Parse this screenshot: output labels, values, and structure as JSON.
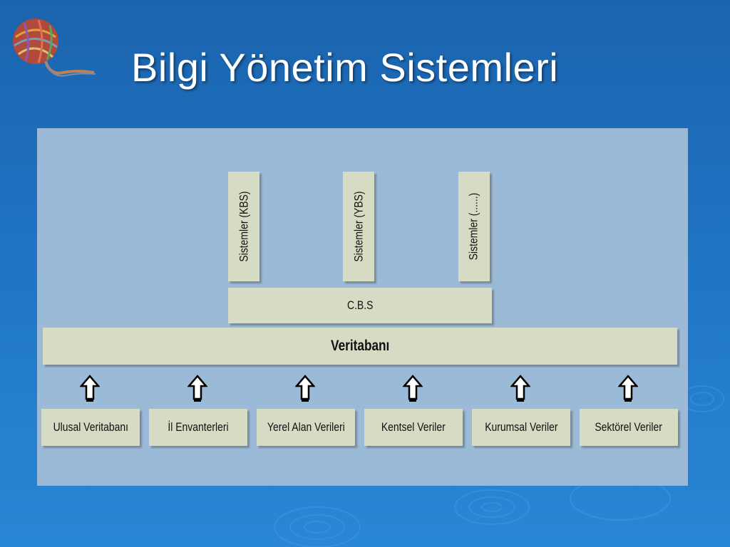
{
  "slide": {
    "title": "Bilgi Yönetim Sistemleri"
  },
  "diagram": {
    "systems": [
      {
        "label": "Sistemler (KBS)"
      },
      {
        "label": "Sistemler (YBS)"
      },
      {
        "label": "Sistemler (......)"
      }
    ],
    "cbs_label": "C.B.S",
    "database_label": "Veritabanı",
    "sources": [
      {
        "label": "Ulusal Veritabanı"
      },
      {
        "label": "İl Envanterleri"
      },
      {
        "label": "Yerel Alan Verileri"
      },
      {
        "label": "Kentsel Veriler"
      },
      {
        "label": "Kurumsal Veriler"
      },
      {
        "label": "Sektörel Veriler"
      }
    ]
  },
  "colors": {
    "background": "#1f74c4",
    "panel": "#9bbad8",
    "box": "#d6dcc4"
  },
  "icons": {
    "logo": "yarn-ball-icon",
    "arrow": "up-arrow-icon"
  }
}
